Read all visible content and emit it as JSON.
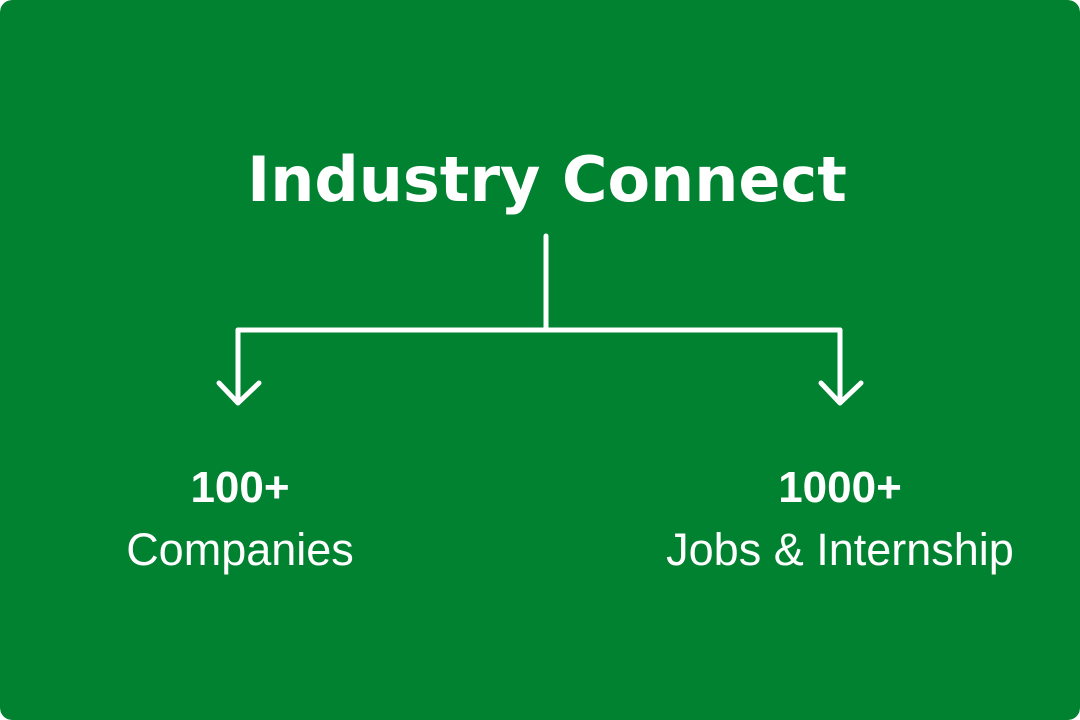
{
  "title": "Industry Connect",
  "colors": {
    "background": "#008230",
    "foreground": "#ffffff"
  },
  "branches": [
    {
      "value": "100+",
      "label": "Companies"
    },
    {
      "value": "1000+",
      "label": "Jobs & Internship"
    }
  ]
}
